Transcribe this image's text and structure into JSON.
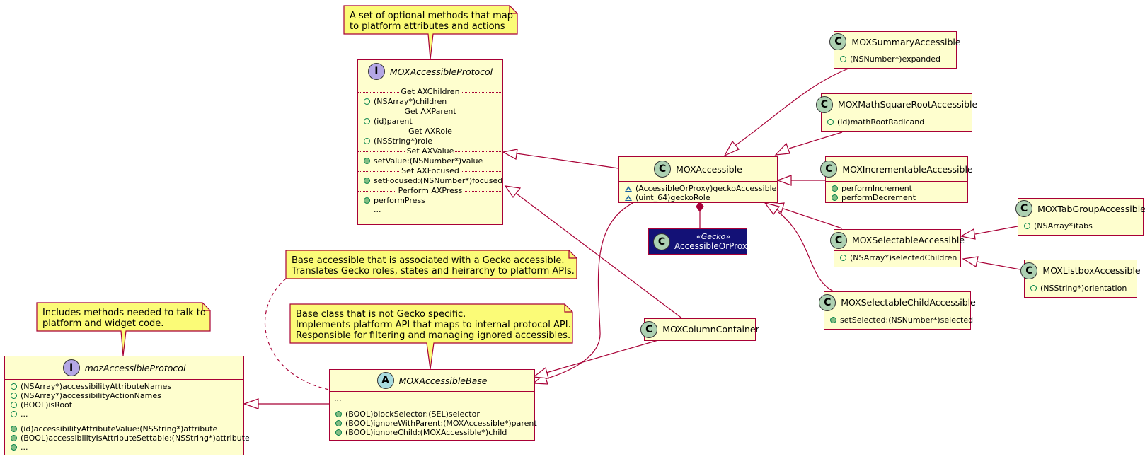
{
  "classes": {
    "moxProtocol": {
      "name": "MOXAccessibleProtocol",
      "icon": "I",
      "groups": [
        {
          "label": "Get AXChildren",
          "members": [
            {
              "vis": "pubf",
              "text": "(NSArray*)children"
            }
          ]
        },
        {
          "label": "Get AXParent",
          "members": [
            {
              "vis": "pubf",
              "text": "(id)parent"
            }
          ]
        },
        {
          "label": "Get AXRole",
          "members": [
            {
              "vis": "pubf",
              "text": "(NSString*)role"
            }
          ]
        },
        {
          "label": "Set AXValue",
          "members": [
            {
              "vis": "pubm",
              "text": "setValue:(NSNumber*)value"
            }
          ]
        },
        {
          "label": "Set AXFocused",
          "members": [
            {
              "vis": "pubm",
              "text": "setFocused:(NSNumber*)focused"
            }
          ]
        },
        {
          "label": "Perform AXPress",
          "members": [
            {
              "vis": "pubm",
              "text": "performPress"
            },
            {
              "vis": "none",
              "text": "..."
            }
          ]
        }
      ]
    },
    "moxAccessible": {
      "name": "MOXAccessible",
      "icon": "C",
      "fields": [
        "(AccessibleOrProxy)geckoAccessible",
        "(uint_64)geckoRole"
      ]
    },
    "gecko": {
      "stereotype": "«Gecko»",
      "name": "AccessibleOrProxy",
      "icon": "C"
    },
    "summary": {
      "name": "MOXSummaryAccessible",
      "icon": "C",
      "fields": [
        "(NSNumber*)expanded"
      ]
    },
    "mathSqrt": {
      "name": "MOXMathSquareRootAccessible",
      "icon": "C",
      "fields": [
        "(id)mathRootRadicand"
      ]
    },
    "incrementable": {
      "name": "MOXIncrementableAccessible",
      "icon": "C",
      "methods": [
        "performIncrement",
        "performDecrement"
      ]
    },
    "selectable": {
      "name": "MOXSelectableAccessible",
      "icon": "C",
      "fields": [
        "(NSArray*)selectedChildren"
      ]
    },
    "selectableChild": {
      "name": "MOXSelectableChildAccessible",
      "icon": "C",
      "methods": [
        "setSelected:(NSNumber*)selected"
      ]
    },
    "tabGroup": {
      "name": "MOXTabGroupAccessible",
      "icon": "C",
      "fields": [
        "(NSArray*)tabs"
      ]
    },
    "listbox": {
      "name": "MOXListboxAccessible",
      "icon": "C",
      "fields": [
        "(NSString*)orientation"
      ]
    },
    "columnContainer": {
      "name": "MOXColumnContainer",
      "icon": "C"
    },
    "base": {
      "name": "MOXAccessibleBase",
      "icon": "A",
      "fields": [
        "..."
      ],
      "methods": [
        "(BOOL)blockSelector:(SEL)selector",
        "(BOOL)ignoreWithParent:(MOXAccessible*)parent",
        "(BOOL)ignoreChild:(MOXAccessible*)child"
      ]
    },
    "mozProtocol": {
      "name": "mozAccessibleProtocol",
      "icon": "I",
      "fields": [
        "(NSArray*)accessibilityAttributeNames",
        "(NSArray*)accessibilityActionNames",
        "(BOOL)isRoot",
        "..."
      ],
      "methods": [
        "(id)accessibilityAttributeValue:(NSString*)attribute",
        "(BOOL)accessibilityIsAttributeSettable:(NSString*)attribute",
        "..."
      ]
    }
  },
  "notes": {
    "protocolNote": [
      "A set of optional methods that map",
      "to platform attributes and actions"
    ],
    "geckoNote": [
      "Base accessible that is associated with a Gecko accessible.",
      "Translates Gecko roles, states and heirarchy to platform APIs."
    ],
    "mozNote": [
      "Includes methods needed to talk to",
      "platform and widget code."
    ],
    "baseNote": [
      "Base class that is not Gecko specific.",
      "Implements platform API that maps to internal protocol API.",
      "Responsible for filtering and managing ignored accessibles."
    ]
  },
  "colors": {
    "border": "#a80036",
    "fill": "#fefece",
    "note": "#fbfb77",
    "gecko": "#131176"
  }
}
